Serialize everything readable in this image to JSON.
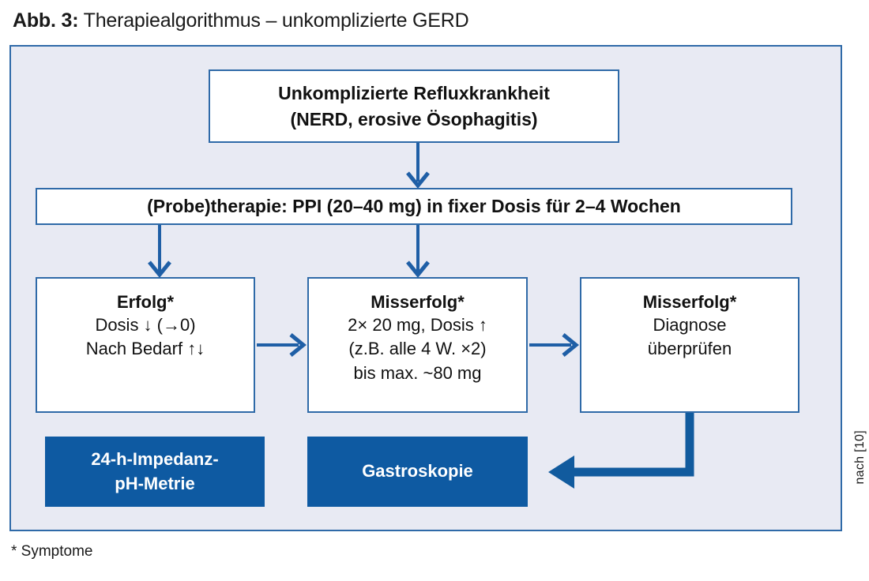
{
  "caption": {
    "label": "Abb. 3:",
    "text": "Therapiealgorithmus – unkomplizierte GERD"
  },
  "colors": {
    "panel_background": "#e8eaf3",
    "panel_border": "#2f6aa8",
    "node_border": "#2f6aa8",
    "node_background": "#ffffff",
    "accent_blue": "#0e5aa2",
    "connector_blue": "#1f5fa6",
    "thick_connector_blue": "#115b9e",
    "text": "#111111"
  },
  "flowchart": {
    "nodes": {
      "diagnosis": {
        "line1": "Unkomplizierte Refluxkrankheit",
        "line2": "(NERD, erosive Ösophagitis)"
      },
      "ppi_therapy": {
        "line1": "(Probe)therapie: PPI (20–40 mg) in fixer Dosis für 2–4 Wochen"
      },
      "success": {
        "title": "Erfolg*",
        "line1": "Dosis ↓ (→0)",
        "line2": "Nach Bedarf ↑↓"
      },
      "failure_dose": {
        "title": "Misserfolg*",
        "line1": "2× 20 mg, Dosis ↑",
        "line2": "(z.B. alle 4 W. ×2)",
        "line3": "bis max. ~80 mg"
      },
      "failure_diagnosis": {
        "title": "Misserfolg*",
        "line1": "Diagnose",
        "line2": "überprüfen"
      },
      "impedance": {
        "line1": "24-h-Impedanz-",
        "line2": "pH-Metrie"
      },
      "gastroscopy": {
        "line1": "Gastroskopie"
      }
    },
    "connectors": [
      {
        "name": "diagnosis-to-ppi",
        "type": "arrow-down"
      },
      {
        "name": "ppi-to-success",
        "type": "arrow-down"
      },
      {
        "name": "ppi-to-failure-dose",
        "type": "arrow-down"
      },
      {
        "name": "success-to-failure-dose",
        "type": "arrow-right"
      },
      {
        "name": "failure-dose-to-failure-diagnosis",
        "type": "arrow-right"
      },
      {
        "name": "failure-diagnosis-to-gastroscopy",
        "type": "elbow-arrow-left"
      }
    ]
  },
  "source_note": "nach [10]",
  "footnote": "* Symptome"
}
